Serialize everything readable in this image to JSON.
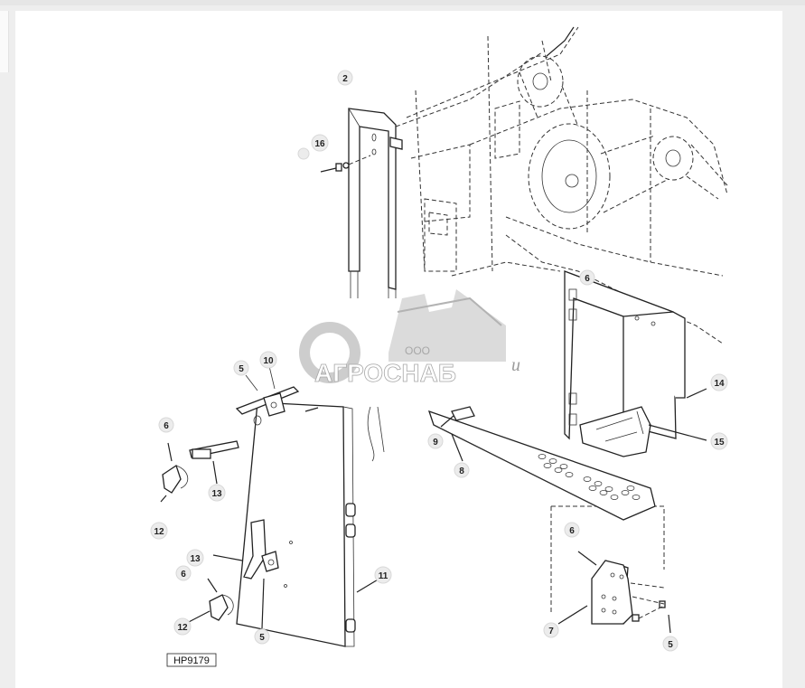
{
  "drawing_code": "HP9179",
  "watermark": {
    "company_prefix": "ООО",
    "company_name": "АГРОСНАБ",
    "trailing_letter": "u"
  },
  "callouts": [
    {
      "id": "c2",
      "label": "2"
    },
    {
      "id": "c16",
      "label": "16"
    },
    {
      "id": "c1",
      "label": ""
    },
    {
      "id": "c6a",
      "label": "6"
    },
    {
      "id": "c14",
      "label": "14"
    },
    {
      "id": "c15",
      "label": "15"
    },
    {
      "id": "c9",
      "label": "9"
    },
    {
      "id": "c8",
      "label": "8"
    },
    {
      "id": "c5a",
      "label": "5"
    },
    {
      "id": "c10",
      "label": "10"
    },
    {
      "id": "c6b",
      "label": "6"
    },
    {
      "id": "c13a",
      "label": "13"
    },
    {
      "id": "c12a",
      "label": "12"
    },
    {
      "id": "c13b",
      "label": "13"
    },
    {
      "id": "c6c",
      "label": "6"
    },
    {
      "id": "c12b",
      "label": "12"
    },
    {
      "id": "c5b",
      "label": "5"
    },
    {
      "id": "c11",
      "label": "11"
    },
    {
      "id": "c6d",
      "label": "6"
    },
    {
      "id": "c7",
      "label": "7"
    },
    {
      "id": "c5c",
      "label": "5"
    }
  ]
}
